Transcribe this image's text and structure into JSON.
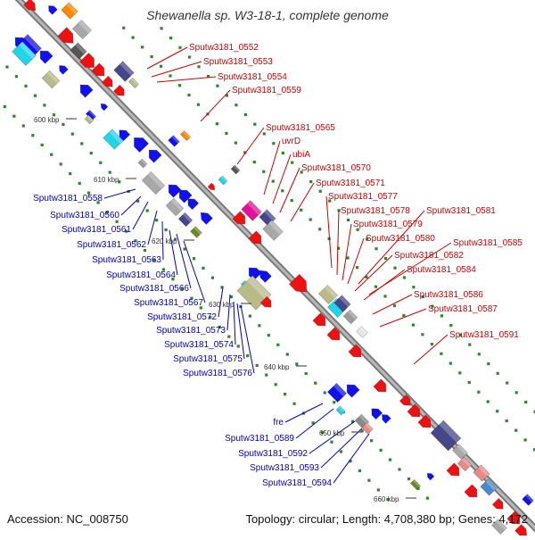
{
  "title": "Shewanella sp. W3-18-1, complete genome",
  "accession": "Accession: NC_008750",
  "topology": "Topology: circular; Length: 4,708,380 bp; Genes: 4,172",
  "colors": {
    "backbone": "#9a9a9a",
    "label_forward": "#cc0000",
    "label_reverse": "#0000bb",
    "tick_dot": "#2a8a2a"
  },
  "kbp_ticks": [
    "600 kbp",
    "610 kbp",
    "620 kbp",
    "630 kbp",
    "640 kbp",
    "650 kbp",
    "660 kbp"
  ],
  "red_labels": [
    "Sputw3181_0552",
    "Sputw3181_0553",
    "Sputw3181_0554",
    "Sputw3181_0559",
    "Sputw3181_0565",
    "uvrD",
    "ubiA",
    "Sputw3181_0570",
    "Sputw3181_0571",
    "Sputw3181_0577",
    "Sputw3181_0578",
    "Sputw3181_0579",
    "Sputw3181_0581",
    "Sputw3181_0580",
    "Sputw3181_0585",
    "Sputw3181_0582",
    "Sputw3181_0584",
    "Sputw3181_0586",
    "Sputw3181_0587",
    "Sputw3181_0591"
  ],
  "blue_labels": [
    "Sputw3181_0558",
    "Sputw3181_0560",
    "Sputw3181_0561",
    "Sputw3181_0562",
    "Sputw3181_0563",
    "Sputw3181_0564",
    "Sputw3181_0566",
    "Sputw3181_0567",
    "Sputw3181_0572",
    "Sputw3181_0573",
    "Sputw3181_0574",
    "Sputw3181_0575",
    "Sputw3181_0576",
    "fre",
    "Sputw3181_0589",
    "Sputw3181_0592",
    "Sputw3181_0593",
    "Sputw3181_0594"
  ]
}
